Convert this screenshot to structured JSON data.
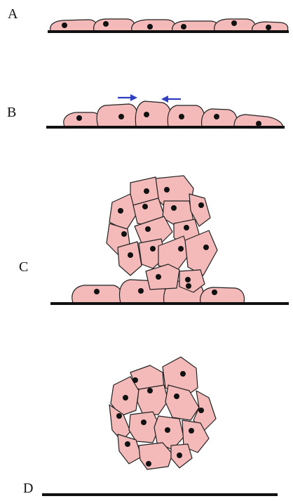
{
  "panels": [
    {
      "label": "A"
    },
    {
      "label": "B"
    },
    {
      "label": "C"
    },
    {
      "label": "D"
    }
  ],
  "colors": {
    "cell_fill": "#f4b9b9",
    "cell_stroke": "#222222",
    "nucleus": "#111111",
    "substrate": "#111111",
    "arrow": "#2f3fc0",
    "background": "#ffffff"
  },
  "icons": {
    "cell": "cell-shape",
    "nucleus": "nucleus-dot",
    "arrow": "arrow"
  }
}
